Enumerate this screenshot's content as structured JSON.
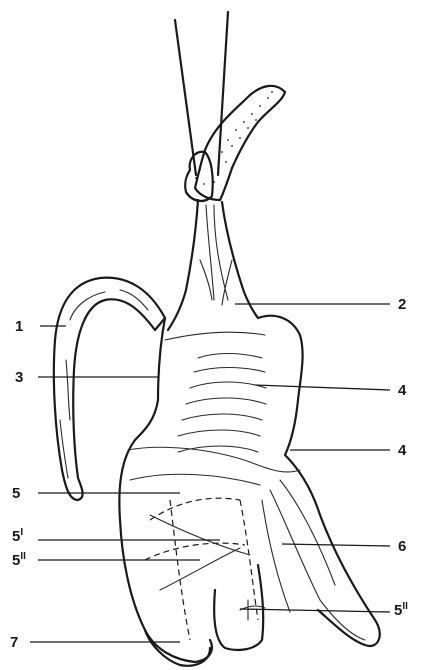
{
  "labels": [
    {
      "id": "1",
      "text": "1"
    },
    {
      "id": "2",
      "text": "2"
    },
    {
      "id": "3",
      "text": "3"
    },
    {
      "id": "4a",
      "text": "4"
    },
    {
      "id": "4b",
      "text": "4"
    },
    {
      "id": "5",
      "text": "5"
    },
    {
      "id": "5i",
      "text": "5",
      "sup": "I"
    },
    {
      "id": "5ii",
      "text": "5",
      "sup": "II"
    },
    {
      "id": "6",
      "text": "6"
    },
    {
      "id": "5ii-right",
      "text": "5",
      "sup": "II"
    },
    {
      "id": "7",
      "text": "7"
    }
  ]
}
